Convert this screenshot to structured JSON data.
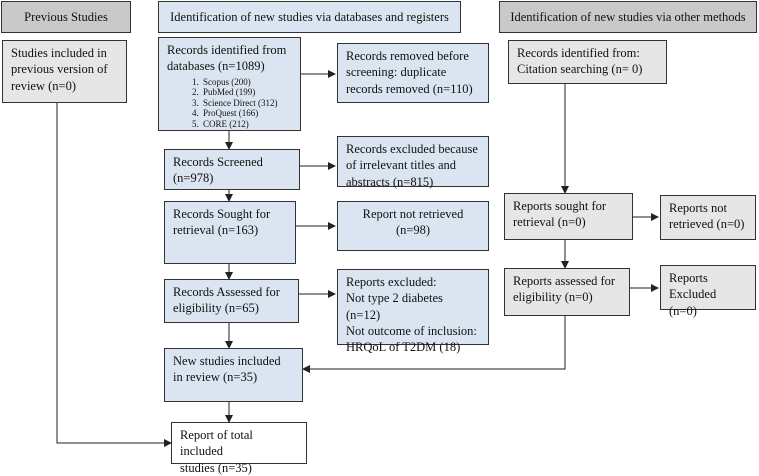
{
  "headers": {
    "previous": "Previous Studies",
    "databases": "Identification of new studies via databases and registers",
    "other": "Identification of new studies via other methods"
  },
  "previous_studies": {
    "included_previous": "Studies included in\nprevious version of\nreview (n=0)"
  },
  "databases": {
    "identified": "Records identified from\ndatabases (n=1089)",
    "sources": [
      "Scopus (200)",
      "PubMed (199)",
      "Science Direct (312)",
      "ProQuest (166)",
      "CORE (212)"
    ],
    "removed": "Records removed before\nscreening: duplicate\nrecords removed (n=110)",
    "screened": "Records Screened\n(n=978)",
    "excluded": "Records excluded because\nof irrelevant titles and\nabstracts (n=815)",
    "sought": "Records Sought for\nretrieval (n=163)",
    "not_retrieved": "Report not retrieved\n(n=98)",
    "assessed": "Records Assessed for\neligibility (n=65)",
    "reports_excluded": "Reports excluded:\nNot type 2 diabetes (n=12)\nNot outcome of inclusion:\nHRQoL of T2DM (18)",
    "new_included": "New studies included\nin review (n=35)",
    "total_included": "Report of total included\nstudies (n=35)"
  },
  "other_methods": {
    "identified": "Records identified from:\nCitation searching (n= 0)",
    "sought": "Reports sought for\nretrieval (n=0)",
    "not_retrieved": "Reports not\nretrieved (n=0)",
    "assessed": "Reports assessed for\neligibility (n=0)",
    "excluded": "Reports\nExcluded (n=0)"
  }
}
